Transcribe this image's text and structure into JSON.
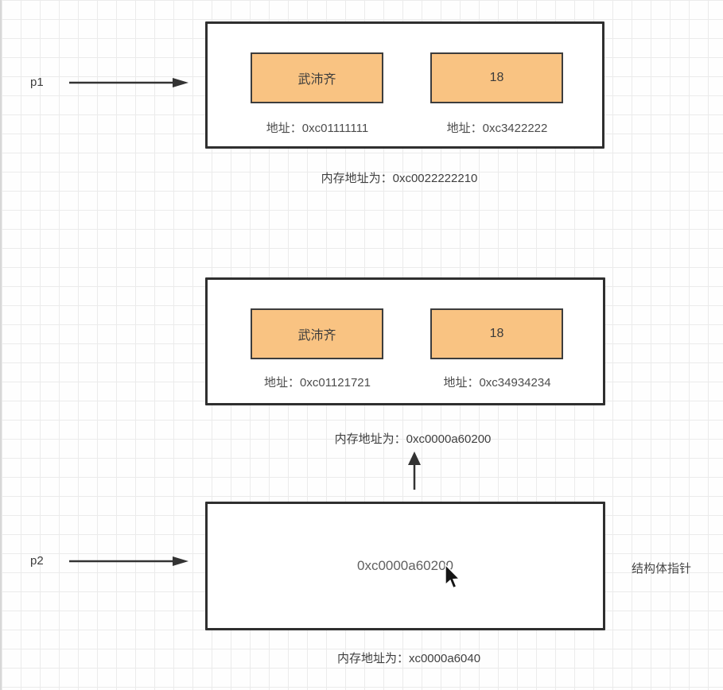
{
  "diagram": {
    "p1": {
      "label": "p1"
    },
    "p2": {
      "label": "p2"
    },
    "struct1": {
      "field1": {
        "value": "武沛齐",
        "address": "地址：0xc01111111"
      },
      "field2": {
        "value": "18",
        "address": "地址：0xc3422222"
      },
      "memory": "内存地址为：0xc0022222210"
    },
    "struct2": {
      "field1": {
        "value": "武沛齐",
        "address": "地址：0xc01121721"
      },
      "field2": {
        "value": "18",
        "address": "地址：0xc34934234"
      },
      "memory": "内存地址为：0xc0000a60200"
    },
    "pointer_box": {
      "value": "0xc0000a60200",
      "side_label": "结构体指针",
      "memory": "内存地址为：xc0000a6040"
    },
    "colors": {
      "field_fill": "#f9c382",
      "field_border": "#3d3d3d",
      "box_border": "#2f2f2f",
      "arrow": "#333333",
      "grid_line": "#ebebeb",
      "background": "#fefefe"
    }
  }
}
